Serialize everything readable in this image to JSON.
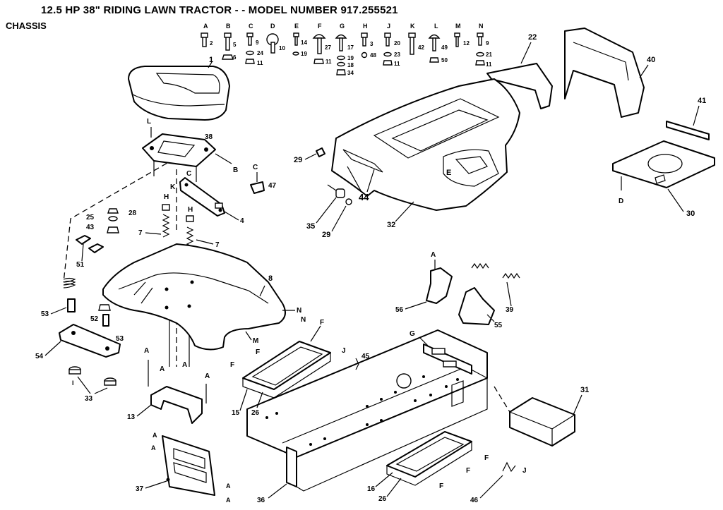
{
  "header": {
    "title": "12.5 HP 38\" RIDING LAWN TRACTOR  - - MODEL NUMBER 917.255521",
    "section": "CHASSIS"
  },
  "hardware": [
    {
      "letter": "A",
      "nums": [
        "2"
      ]
    },
    {
      "letter": "B",
      "nums": [
        "5",
        "6"
      ]
    },
    {
      "letter": "C",
      "nums": [
        "9",
        "24",
        "11"
      ]
    },
    {
      "letter": "D",
      "nums": [
        "10"
      ]
    },
    {
      "letter": "E",
      "nums": [
        "14",
        "19"
      ]
    },
    {
      "letter": "F",
      "nums": [
        "27",
        "11"
      ]
    },
    {
      "letter": "G",
      "nums": [
        "17",
        "19",
        "18",
        "34"
      ]
    },
    {
      "letter": "H",
      "nums": [
        "3",
        "48"
      ]
    },
    {
      "letter": "J",
      "nums": [
        "20",
        "23",
        "11"
      ]
    },
    {
      "letter": "K",
      "nums": [
        "42"
      ]
    },
    {
      "letter": "L",
      "nums": [
        "49",
        "50"
      ]
    },
    {
      "letter": "M",
      "nums": [
        "12"
      ]
    },
    {
      "letter": "N",
      "nums": [
        "9",
        "21",
        "11"
      ]
    }
  ],
  "callouts": {
    "c1": "1",
    "c38": "38",
    "c22": "22",
    "c40": "40",
    "c41": "41",
    "c30": "30",
    "c29a": "29",
    "c29b": "29",
    "c44": "44",
    "c35": "35",
    "c32": "32",
    "c47": "47",
    "c4": "4",
    "c28": "28",
    "c25": "25",
    "c43": "43",
    "c7a": "7",
    "c7b": "7",
    "c51": "51",
    "c8": "8",
    "c53a": "53",
    "c52": "52",
    "c53b": "53",
    "c54": "54",
    "c33": "33",
    "c13": "13",
    "c37": "37",
    "c15": "15",
    "c26a": "26",
    "c36": "36",
    "c16": "16",
    "c26b": "26",
    "c46": "46",
    "c31": "31",
    "c56": "56",
    "c55": "55",
    "c39": "39",
    "c45": "45"
  },
  "refs": {
    "L": "L",
    "B": "B",
    "C": "C",
    "K": "K",
    "H1": "H",
    "H2": "H",
    "D": "D",
    "E": "E",
    "N1": "N",
    "N2": "N",
    "M": "M",
    "I": "I",
    "A1": "A",
    "A2": "A",
    "A3": "A",
    "A4": "A",
    "A5": "A",
    "A6": "A",
    "A7": "A",
    "A8": "A",
    "A9": "A",
    "F1": "F",
    "F2": "F",
    "F3": "F",
    "F4": "F",
    "F5": "F",
    "G": "G",
    "J1": "J",
    "J2": "J",
    "A10": "A"
  }
}
